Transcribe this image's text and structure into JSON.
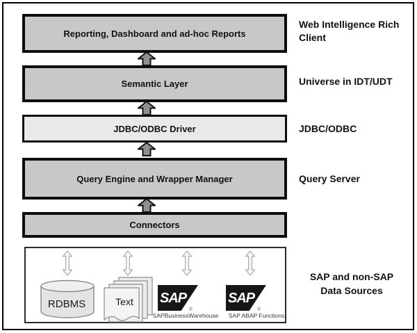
{
  "colors": {
    "box_fill": "#c8c8c8",
    "box_fill_light": "#e9e9e9",
    "box_border": "#0d0d0d",
    "arrow_fill": "#8f8f8f",
    "sap_logo_bg": "#161616",
    "background": "#ffffff"
  },
  "layers": [
    {
      "box_label": "Reporting, Dashboard and ad-hoc Reports",
      "side_label": "Web Intelligence Rich Client"
    },
    {
      "box_label": "Semantic Layer",
      "side_label": "Universe in IDT/UDT"
    },
    {
      "box_label": "JDBC/ODBC Driver",
      "side_label": "JDBC/ODBC"
    },
    {
      "box_label": "Query Engine and Wrapper Manager",
      "side_label": "Query Server"
    },
    {
      "box_label": "Connectors",
      "side_label": ""
    }
  ],
  "data_sources": {
    "side_label_line1": "SAP and non-SAP",
    "side_label_line2": "Data Sources",
    "items": [
      {
        "kind": "database",
        "label": "RDBMS"
      },
      {
        "kind": "documents",
        "label": "Text"
      },
      {
        "kind": "sap-logo",
        "logo_text": "SAP",
        "registered_mark": "®",
        "caption": "SAPBusinessWarehouse"
      },
      {
        "kind": "sap-logo",
        "logo_text": "SAP",
        "registered_mark": "®",
        "caption": "SAP ABAP Functions"
      }
    ]
  }
}
